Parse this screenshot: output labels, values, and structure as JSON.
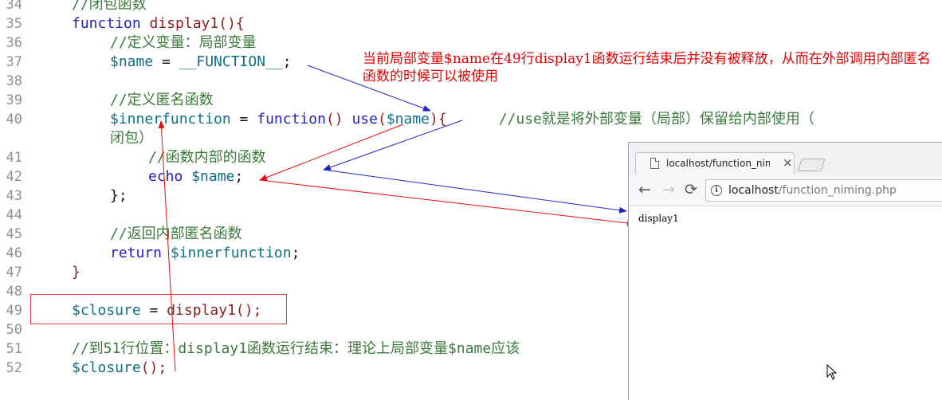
{
  "editor": {
    "lines": [
      {
        "num": "34",
        "tokens": [
          {
            "t": "//闭包函数",
            "c": "cm"
          }
        ]
      },
      {
        "num": "35",
        "tokens": [
          {
            "t": "function",
            "c": "kw"
          },
          {
            "t": " display1(){",
            "c": "fn"
          }
        ]
      },
      {
        "num": "36",
        "tokens": [
          {
            "t": "//定义变量：局部变量",
            "c": "cm"
          }
        ]
      },
      {
        "num": "37",
        "tokens": [
          {
            "t": "$name",
            "c": "var"
          },
          {
            "t": " = ",
            "c": "op"
          },
          {
            "t": "__FUNCTION__",
            "c": "str"
          },
          {
            "t": ";",
            "c": "op"
          }
        ]
      },
      {
        "num": "38",
        "tokens": []
      },
      {
        "num": "39",
        "tokens": [
          {
            "t": "//定义匿名函数",
            "c": "cm"
          }
        ]
      },
      {
        "num": "40",
        "tokens": [
          {
            "t": "$innerfunction",
            "c": "var"
          },
          {
            "t": " = ",
            "c": "op"
          },
          {
            "t": "function",
            "c": "kw"
          },
          {
            "t": "() ",
            "c": "fn"
          },
          {
            "t": "use",
            "c": "kw"
          },
          {
            "t": "(",
            "c": "fn"
          },
          {
            "t": "$name",
            "c": "var"
          },
          {
            "t": "){",
            "c": "fn"
          },
          {
            "t": "      //use就是将外部变量（局部）保留给内部使用（",
            "c": "cm"
          }
        ]
      },
      {
        "num": "",
        "tokens": [
          {
            "t": "闭包）",
            "c": "cm"
          }
        ]
      },
      {
        "num": "41",
        "tokens": [
          {
            "t": "//函数内部的函数",
            "c": "cm"
          }
        ]
      },
      {
        "num": "42",
        "tokens": [
          {
            "t": "echo",
            "c": "kw"
          },
          {
            "t": " ",
            "c": "op"
          },
          {
            "t": "$name",
            "c": "var"
          },
          {
            "t": ";",
            "c": "op"
          }
        ]
      },
      {
        "num": "43",
        "tokens": [
          {
            "t": "};",
            "c": "op"
          }
        ]
      },
      {
        "num": "44",
        "tokens": []
      },
      {
        "num": "45",
        "tokens": [
          {
            "t": "//返回内部匿名函数",
            "c": "cm"
          }
        ]
      },
      {
        "num": "46",
        "tokens": [
          {
            "t": "return",
            "c": "kw"
          },
          {
            "t": " ",
            "c": "op"
          },
          {
            "t": "$innerfunction",
            "c": "var"
          },
          {
            "t": ";",
            "c": "op"
          }
        ]
      },
      {
        "num": "47",
        "tokens": [
          {
            "t": "}",
            "c": "fn"
          }
        ]
      },
      {
        "num": "48",
        "tokens": []
      },
      {
        "num": "49",
        "tokens": [
          {
            "t": "$closure",
            "c": "var"
          },
          {
            "t": " = ",
            "c": "op"
          },
          {
            "t": "display1();",
            "c": "fn"
          }
        ]
      },
      {
        "num": "50",
        "tokens": []
      },
      {
        "num": "51",
        "tokens": [
          {
            "t": "//到51行位置：display1函数运行结束：理论上局部变量$name应该",
            "c": "cm"
          }
        ]
      },
      {
        "num": "52",
        "tokens": [
          {
            "t": "$closure",
            "c": "var"
          },
          {
            "t": "();",
            "c": "fn"
          }
        ]
      }
    ]
  },
  "annotation": {
    "text": "当前局部变量$name在49行display1函数运行结束后并没有被释放，从而在外部调用内部匿名函数的时候可以被使用"
  },
  "colors": {
    "arrow_blue": "#2424c8",
    "arrow_red": "#e01010",
    "box_red": "#e04040"
  },
  "browser": {
    "tab_title": "localhost/function_niming.php",
    "tab_icon": "page-icon",
    "close_icon": "close-icon",
    "nav": {
      "back": "←",
      "forward": "→",
      "reload": "⟳"
    },
    "info_icon_glyph": "i",
    "url_host": "localhost",
    "url_path": "/function_niming.php",
    "page_output": "display1"
  }
}
